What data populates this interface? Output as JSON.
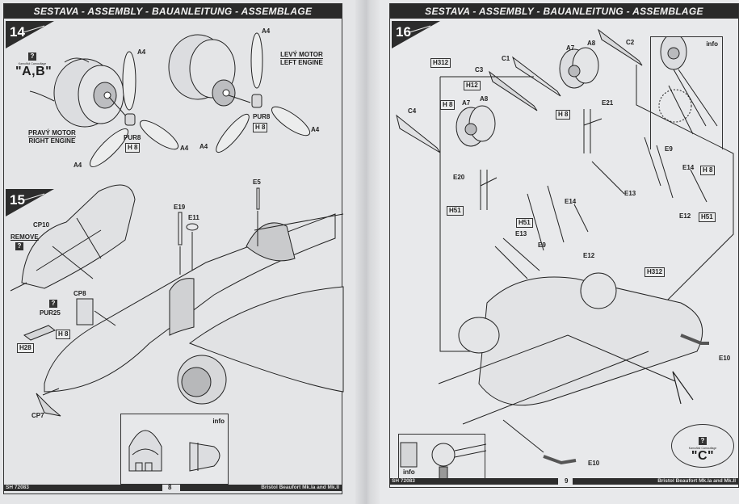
{
  "header": {
    "title": "SESTAVA - ASSEMBLY - BAUANLEITUNG - ASSEMBLAGE"
  },
  "pages": {
    "left": {
      "page_number": "8",
      "footer_code": "SH 72083",
      "footer_title": "Bristol Beaufort Mk.Ia and Mk.II",
      "steps": [
        {
          "number": "14",
          "camouflage": {
            "icon": "question-square-icon",
            "small_text": "Kamufláž Camouflage",
            "code": "\"A,B\""
          },
          "right_engine": {
            "line1": "PRAVÝ MOTOR",
            "line2": "RIGHT ENGINE"
          },
          "left_engine": {
            "line1": "LEVÝ MOTOR",
            "line2": "LEFT ENGINE"
          },
          "parts": [
            "A4",
            "A4",
            "A4",
            "A4",
            "A4",
            "A4",
            "PUR8",
            "PUR8"
          ],
          "boxes": [
            "H 8",
            "H 8"
          ]
        },
        {
          "number": "15",
          "remove_label": "REMOVE",
          "parts": [
            "CP10",
            "CP8",
            "PUR25",
            "CP7",
            "E19",
            "E11",
            "E5"
          ],
          "boxes": [
            "H 8",
            "H28"
          ],
          "info_label": "info"
        }
      ]
    },
    "right": {
      "page_number": "9",
      "footer_code": "SH 72083",
      "footer_title": "Bristol Beaufort Mk.Ia and Mk.II",
      "steps": [
        {
          "number": "16",
          "parts": [
            "C4",
            "C3",
            "C1",
            "A7",
            "A8",
            "A7",
            "A8",
            "C2",
            "E21",
            "E20",
            "E9",
            "E14",
            "E13",
            "E12",
            "E14",
            "E13",
            "E9",
            "E12",
            "E10",
            "E10"
          ],
          "boxes": [
            "H312",
            "H12",
            "H 8",
            "H 8",
            "H 8",
            "H51",
            "H51",
            "H51",
            "H312"
          ],
          "info_label_top": "info",
          "info_label_bottom": "info",
          "camouflage": {
            "icon": "question-square-icon",
            "small_text": "Kamufláž Camouflage",
            "code": "\"C\""
          }
        }
      ]
    }
  }
}
